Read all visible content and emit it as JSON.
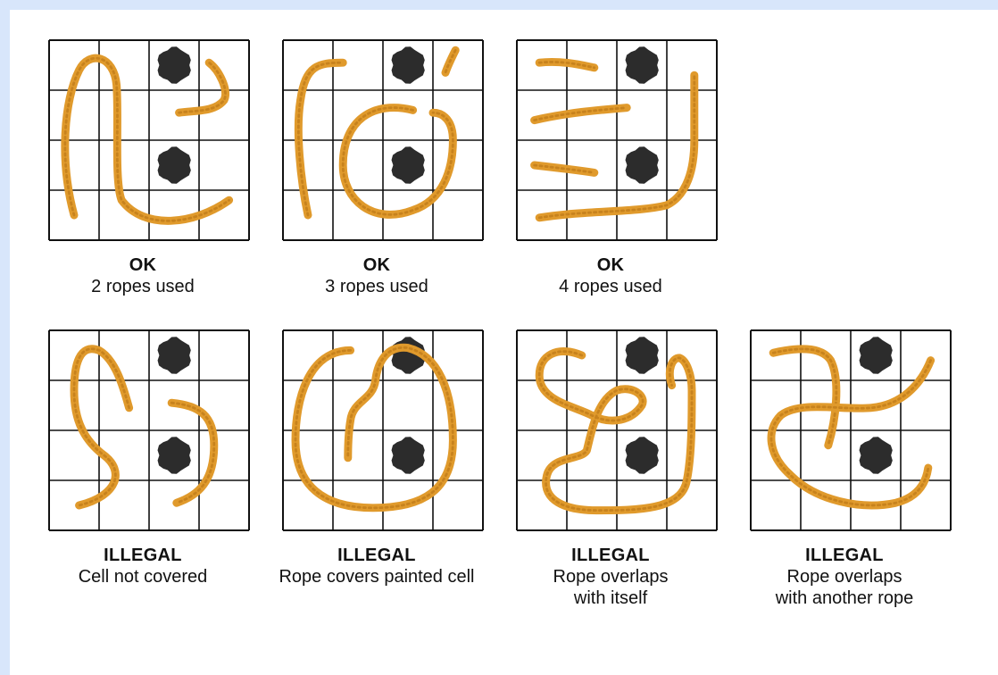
{
  "colors": {
    "background": "#d8e6fb",
    "panel": "#ffffff",
    "grid_line": "#111111",
    "rope": "#e09a2c",
    "paint": "#1a1a1a"
  },
  "grid_size": 4,
  "examples": [
    {
      "id": "ok-2",
      "verdict": "OK",
      "caption": "2 ropes used",
      "painted_cells": [
        [
          0,
          2
        ],
        [
          2,
          2
        ]
      ],
      "ropes": [
        "M 0.5 3.5 C 0.2 2.4 0.3 1.2 0.6 0.6 C 0.8 0.2 1.3 0.3 1.35 0.9 C 1.4 1.6 1.3 2.8 1.45 3.2 C 1.9 3.8 2.9 3.7 3.6 3.2",
        "M 2.6 1.45 C 2.9 1.4 3.3 1.45 3.5 1.2 C 3.6 1.0 3.4 0.6 3.2 0.45"
      ]
    },
    {
      "id": "ok-3",
      "verdict": "OK",
      "caption": "3 ropes used",
      "painted_cells": [
        [
          0,
          2
        ],
        [
          2,
          2
        ]
      ],
      "ropes": [
        "M 0.5 3.5 C 0.35 2.8 0.25 1.8 0.35 1.2 C 0.45 0.5 0.7 0.45 1.2 0.45",
        "M 2.6 1.4 C 1.8 1.2 1.2 1.6 1.2 2.5 C 1.2 3.2 1.8 3.7 2.6 3.4 C 3.2 3.2 3.4 2.6 3.4 2.0 C 3.4 1.6 3.2 1.45 3.0 1.45",
        "M 3.45 0.2 C 3.35 0.4 3.3 0.5 3.25 0.65"
      ]
    },
    {
      "id": "ok-4",
      "verdict": "OK",
      "caption": "4 ropes used",
      "painted_cells": [
        [
          0,
          2
        ],
        [
          2,
          2
        ]
      ],
      "ropes": [
        "M 0.45 0.45 C 0.9 0.4 1.3 0.5 1.55 0.55",
        "M 0.35 1.6 C 1.0 1.45 1.6 1.4 2.2 1.35",
        "M 0.35 2.5 C 0.8 2.55 1.2 2.6 1.55 2.65",
        "M 0.45 3.55 C 1.4 3.4 2.4 3.45 3.0 3.3 C 3.4 3.1 3.55 2.6 3.55 2.0 C 3.55 1.4 3.55 0.9 3.55 0.7"
      ]
    },
    {
      "id": "illegal-cell",
      "verdict": "ILLEGAL",
      "caption": "Cell not covered",
      "painted_cells": [
        [
          0,
          2
        ],
        [
          2,
          2
        ]
      ],
      "ropes": [
        "M 1.6 1.55 C 1.5 1.2 1.35 0.6 1.0 0.4 C 0.6 0.25 0.5 0.7 0.5 1.2 C 0.5 1.8 0.7 2.2 1.1 2.5 C 1.5 2.8 1.4 3.3 0.6 3.5",
        "M 2.45 1.45 C 3.0 1.5 3.3 1.7 3.3 2.3 C 3.3 3.0 3.0 3.3 2.55 3.45"
      ]
    },
    {
      "id": "illegal-painted",
      "verdict": "ILLEGAL",
      "caption": "Rope covers painted cell",
      "painted_cells": [
        [
          0,
          2
        ],
        [
          2,
          2
        ]
      ],
      "ropes": [
        "M 1.35 0.4 C 0.5 0.4 0.25 1.4 0.25 2.2 C 0.25 3.1 0.8 3.55 1.8 3.55 C 2.8 3.55 3.4 3.2 3.4 2.2 C 3.4 1.2 3.1 0.5 2.5 0.35 C 2.1 0.3 1.9 0.6 1.85 1.0 C 1.8 1.4 1.4 1.4 1.35 1.8 C 1.3 2.1 1.3 2.4 1.3 2.55"
      ]
    },
    {
      "id": "illegal-self",
      "verdict": "ILLEGAL",
      "caption": "Rope overlaps\nwith itself",
      "painted_cells": [
        [
          0,
          2
        ],
        [
          2,
          2
        ]
      ],
      "ropes": [
        "M 1.3 0.5 C 0.8 0.3 0.45 0.5 0.45 0.9 C 0.45 1.4 1.1 1.5 1.5 1.7 C 1.9 1.9 2.3 1.8 2.5 1.5 C 2.6 1.3 2.3 1.1 2.0 1.2 C 1.6 1.4 1.5 2.0 1.4 2.4 C 1.3 2.6 0.7 2.5 0.6 2.9 C 0.5 3.3 0.8 3.6 1.6 3.6 C 2.4 3.6 3.3 3.6 3.4 3.0 C 3.5 2.5 3.5 1.8 3.5 1.2 C 3.5 0.9 3.4 0.6 3.25 0.55 C 3.1 0.55 3.0 0.8 3.1 1.1"
      ]
    },
    {
      "id": "illegal-other",
      "verdict": "ILLEGAL",
      "caption": "Rope overlaps\nwith another rope",
      "painted_cells": [
        [
          0,
          2
        ],
        [
          2,
          2
        ]
      ],
      "ropes": [
        "M 0.45 0.45 C 0.9 0.35 1.4 0.3 1.6 0.6 C 1.8 1.0 1.7 1.8 1.55 2.3",
        "M 3.6 0.6 C 3.4 1.1 3.0 1.5 2.4 1.55 C 1.8 1.6 1.0 1.4 0.6 1.7 C 0.3 2.0 0.35 2.5 0.8 2.9 C 1.3 3.4 2.2 3.6 2.9 3.45 C 3.3 3.35 3.5 3.1 3.55 2.75"
      ]
    }
  ]
}
